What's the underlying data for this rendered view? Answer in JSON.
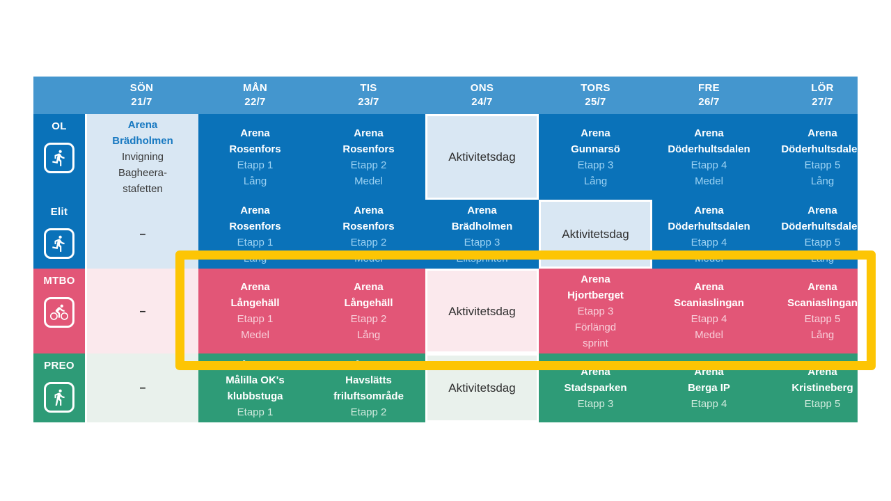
{
  "colors": {
    "header_blue": "#4496CE",
    "blue_dark": "#0A72B9",
    "blue_light": "#D9E7F3",
    "blue_title_on_light": "#1879C1",
    "blue_sub": "#9CD2F3",
    "pink_dark": "#E25677",
    "pink_light": "#FBE9ED",
    "pink_sub": "#F8CFDA",
    "green_dark": "#2E9B77",
    "green_light": "#E9F1EC",
    "green_sub": "#CFEADD",
    "highlight_yellow": "#FDC504"
  },
  "header": {
    "days": [
      {
        "day": "SÖN",
        "date": "21/7"
      },
      {
        "day": "MÅN",
        "date": "22/7"
      },
      {
        "day": "TIS",
        "date": "23/7"
      },
      {
        "day": "ONS",
        "date": "24/7"
      },
      {
        "day": "TORS",
        "date": "25/7"
      },
      {
        "day": "FRE",
        "date": "26/7"
      },
      {
        "day": "LÖR",
        "date": "27/7"
      }
    ]
  },
  "rows": [
    {
      "label": "OL",
      "icon": "runner-icon",
      "theme": "blue",
      "cells": [
        {
          "style": "light",
          "title_lines": [
            "Arena",
            "Brädholmen"
          ],
          "sub_lines": [
            "Invigning",
            "Bagheera-",
            "stafetten"
          ]
        },
        {
          "style": "dark",
          "title_lines": [
            "Arena",
            "Rosenfors"
          ],
          "sub_lines": [
            "Etapp 1",
            "Lång"
          ]
        },
        {
          "style": "dark",
          "title_lines": [
            "Arena",
            "Rosenfors"
          ],
          "sub_lines": [
            "Etapp 2",
            "Medel"
          ]
        },
        {
          "style": "activity",
          "text": "Aktivitetsdag"
        },
        {
          "style": "dark",
          "title_lines": [
            "Arena",
            "Gunnarsö"
          ],
          "sub_lines": [
            "Etapp 3",
            "Lång"
          ]
        },
        {
          "style": "dark",
          "title_lines": [
            "Arena",
            "Döderhultsdalen"
          ],
          "sub_lines": [
            "Etapp 4",
            "Medel"
          ]
        },
        {
          "style": "dark",
          "title_lines": [
            "Arena",
            "Döderhultsdalen"
          ],
          "sub_lines": [
            "Etapp 5",
            "Lång"
          ]
        }
      ]
    },
    {
      "label": "Elit",
      "icon": "runner-icon",
      "theme": "blue",
      "cells": [
        {
          "style": "dash",
          "text": "–"
        },
        {
          "style": "dark",
          "title_lines": [
            "Arena",
            "Rosenfors"
          ],
          "sub_lines": [
            "Etapp 1",
            "Lång"
          ]
        },
        {
          "style": "dark",
          "title_lines": [
            "Arena",
            "Rosenfors"
          ],
          "sub_lines": [
            "Etapp 2",
            "Medel"
          ]
        },
        {
          "style": "dark",
          "title_lines": [
            "Arena",
            "Brädholmen"
          ],
          "sub_lines": [
            "Etapp 3",
            "Elitsprinten"
          ]
        },
        {
          "style": "activity",
          "text": "Aktivitetsdag"
        },
        {
          "style": "dark",
          "title_lines": [
            "Arena",
            "Döderhultsdalen"
          ],
          "sub_lines": [
            "Etapp 4",
            "Medel"
          ]
        },
        {
          "style": "dark",
          "title_lines": [
            "Arena",
            "Döderhultsdalen"
          ],
          "sub_lines": [
            "Etapp 5",
            "Lång"
          ]
        }
      ]
    },
    {
      "label": "MTBO",
      "icon": "cyclist-icon",
      "theme": "pink",
      "cells": [
        {
          "style": "dash",
          "text": "–"
        },
        {
          "style": "dark",
          "title_lines": [
            "Arena",
            "Långehäll"
          ],
          "sub_lines": [
            "Etapp 1",
            "Medel"
          ]
        },
        {
          "style": "dark",
          "title_lines": [
            "Arena",
            "Långehäll"
          ],
          "sub_lines": [
            "Etapp 2",
            "Lång"
          ]
        },
        {
          "style": "activity",
          "text": "Aktivitetsdag"
        },
        {
          "style": "dark",
          "title_lines": [
            "Arena",
            "Hjortberget"
          ],
          "sub_lines": [
            "Etapp 3",
            "Förlängd",
            "sprint"
          ]
        },
        {
          "style": "dark",
          "title_lines": [
            "Arena",
            "Scaniaslingan"
          ],
          "sub_lines": [
            "Etapp 4",
            "Medel"
          ]
        },
        {
          "style": "dark",
          "title_lines": [
            "Arena",
            "Scaniaslingan"
          ],
          "sub_lines": [
            "Etapp 5",
            "Lång"
          ]
        }
      ]
    },
    {
      "label": "PREO",
      "icon": "walker-icon",
      "theme": "green",
      "cells": [
        {
          "style": "dash",
          "text": "–"
        },
        {
          "style": "dark",
          "title_lines": [
            "Arena",
            "Målilla OK's",
            "klubbstuga"
          ],
          "sub_lines": [
            "Etapp 1"
          ]
        },
        {
          "style": "dark",
          "title_lines": [
            "Arena",
            "Havslätts",
            "friluftsområde"
          ],
          "sub_lines": [
            "Etapp 2"
          ]
        },
        {
          "style": "activity",
          "text": "Aktivitetsdag"
        },
        {
          "style": "dark",
          "title_lines": [
            "Arena",
            "Stadsparken"
          ],
          "sub_lines": [
            "Etapp 3"
          ]
        },
        {
          "style": "dark",
          "title_lines": [
            "Arena",
            "Berga IP"
          ],
          "sub_lines": [
            "Etapp 4"
          ]
        },
        {
          "style": "dark",
          "title_lines": [
            "Arena",
            "Kristineberg"
          ],
          "sub_lines": [
            "Etapp 5"
          ]
        }
      ]
    }
  ],
  "highlight": {
    "shape": "rectangle",
    "color": "#FDC504"
  }
}
